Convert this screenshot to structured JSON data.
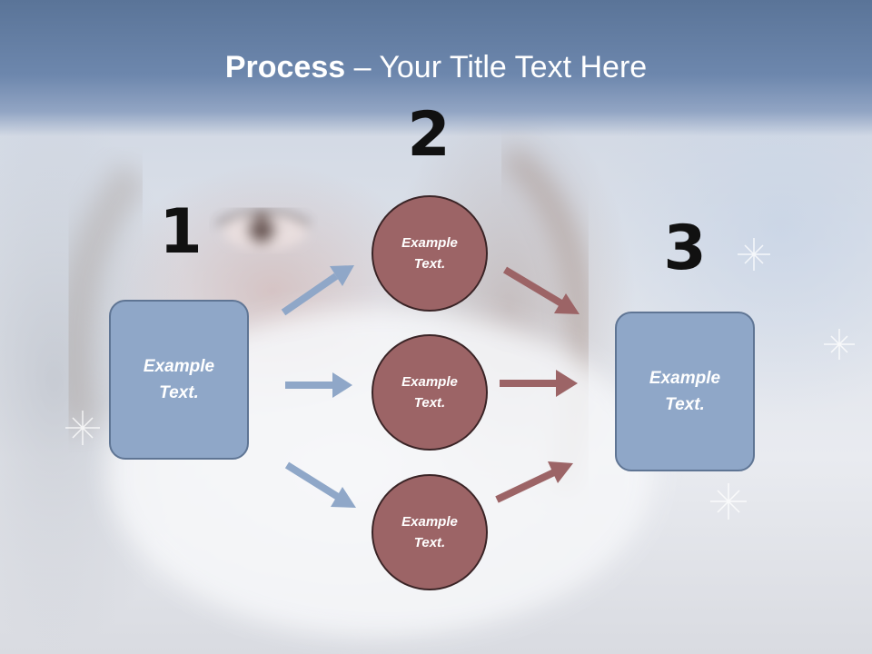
{
  "title": {
    "bold": "Process",
    "rest": " – Your Title Text Here"
  },
  "steps": [
    {
      "number": "1",
      "text_line1": "Example",
      "text_line2": "Text."
    },
    {
      "number": "2"
    },
    {
      "number": "3",
      "text_line1": "Example",
      "text_line2": "Text."
    }
  ],
  "circles": [
    {
      "line1": "Example",
      "line2": "Text."
    },
    {
      "line1": "Example",
      "line2": "Text."
    },
    {
      "line1": "Example",
      "line2": "Text."
    }
  ],
  "colors": {
    "title_band": "#6d87ad",
    "box_fill": "#8fa7c8",
    "circle_fill": "#9c6466",
    "blue_arrow": "#8fa7c8",
    "red_arrow": "#9c6466"
  }
}
